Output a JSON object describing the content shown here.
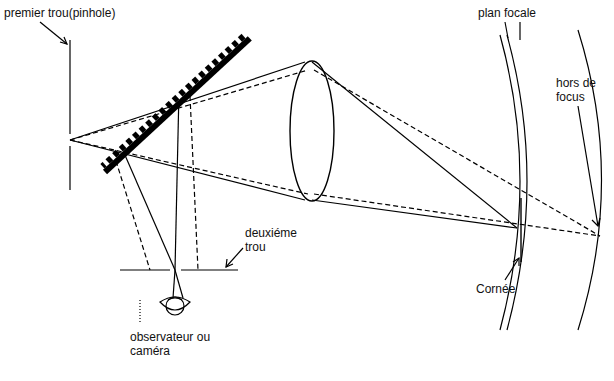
{
  "diagram": {
    "labels": [
      "premier trou(pinhole)",
      "plan focale",
      "hors de focus",
      "deuxiéme trou",
      "Cornée",
      "observateur ou caméra"
    ]
  }
}
